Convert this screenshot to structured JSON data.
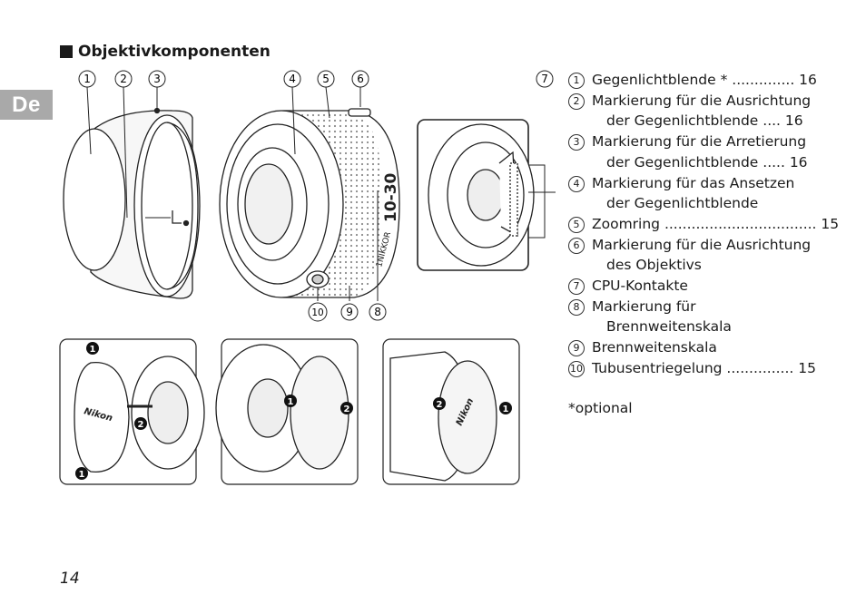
{
  "language_tab": "De",
  "section": {
    "title": "Objektivkomponenten"
  },
  "legend": [
    {
      "num": "1",
      "lines": [
        "Gegenlichtblende * .............. 16"
      ]
    },
    {
      "num": "2",
      "lines": [
        "Markierung für die Ausrichtung",
        "der Gegenlichtblende  .... 16"
      ]
    },
    {
      "num": "3",
      "lines": [
        "Markierung für die Arretierung",
        "der Gegenlichtblende ..... 16"
      ]
    },
    {
      "num": "4",
      "lines": [
        "Markierung für das Ansetzen",
        "der Gegenlichtblende"
      ]
    },
    {
      "num": "5",
      "lines": [
        "Zoomring .................................. 15"
      ]
    },
    {
      "num": "6",
      "lines": [
        "Markierung für die Ausrichtung",
        "des Objektivs"
      ]
    },
    {
      "num": "7",
      "lines": [
        "CPU-Kontakte"
      ]
    },
    {
      "num": "8",
      "lines": [
        "Markierung für",
        "Brennweitenskala"
      ]
    },
    {
      "num": "9",
      "lines": [
        "Brennweitenskala"
      ]
    },
    {
      "num": "10",
      "lines": [
        "Tubusentriegelung ............... 15"
      ]
    }
  ],
  "footnote": "*optional",
  "page_number": "14",
  "figure": {
    "callouts_top": [
      "1",
      "2",
      "3",
      "4",
      "5",
      "6",
      "7"
    ],
    "callouts_bottom": [
      "10",
      "9",
      "8"
    ],
    "zoom_label": "10-30",
    "brand_label": "1NIKKOR",
    "cap_brand": "Nikon",
    "step1": "1",
    "step2": "2"
  }
}
